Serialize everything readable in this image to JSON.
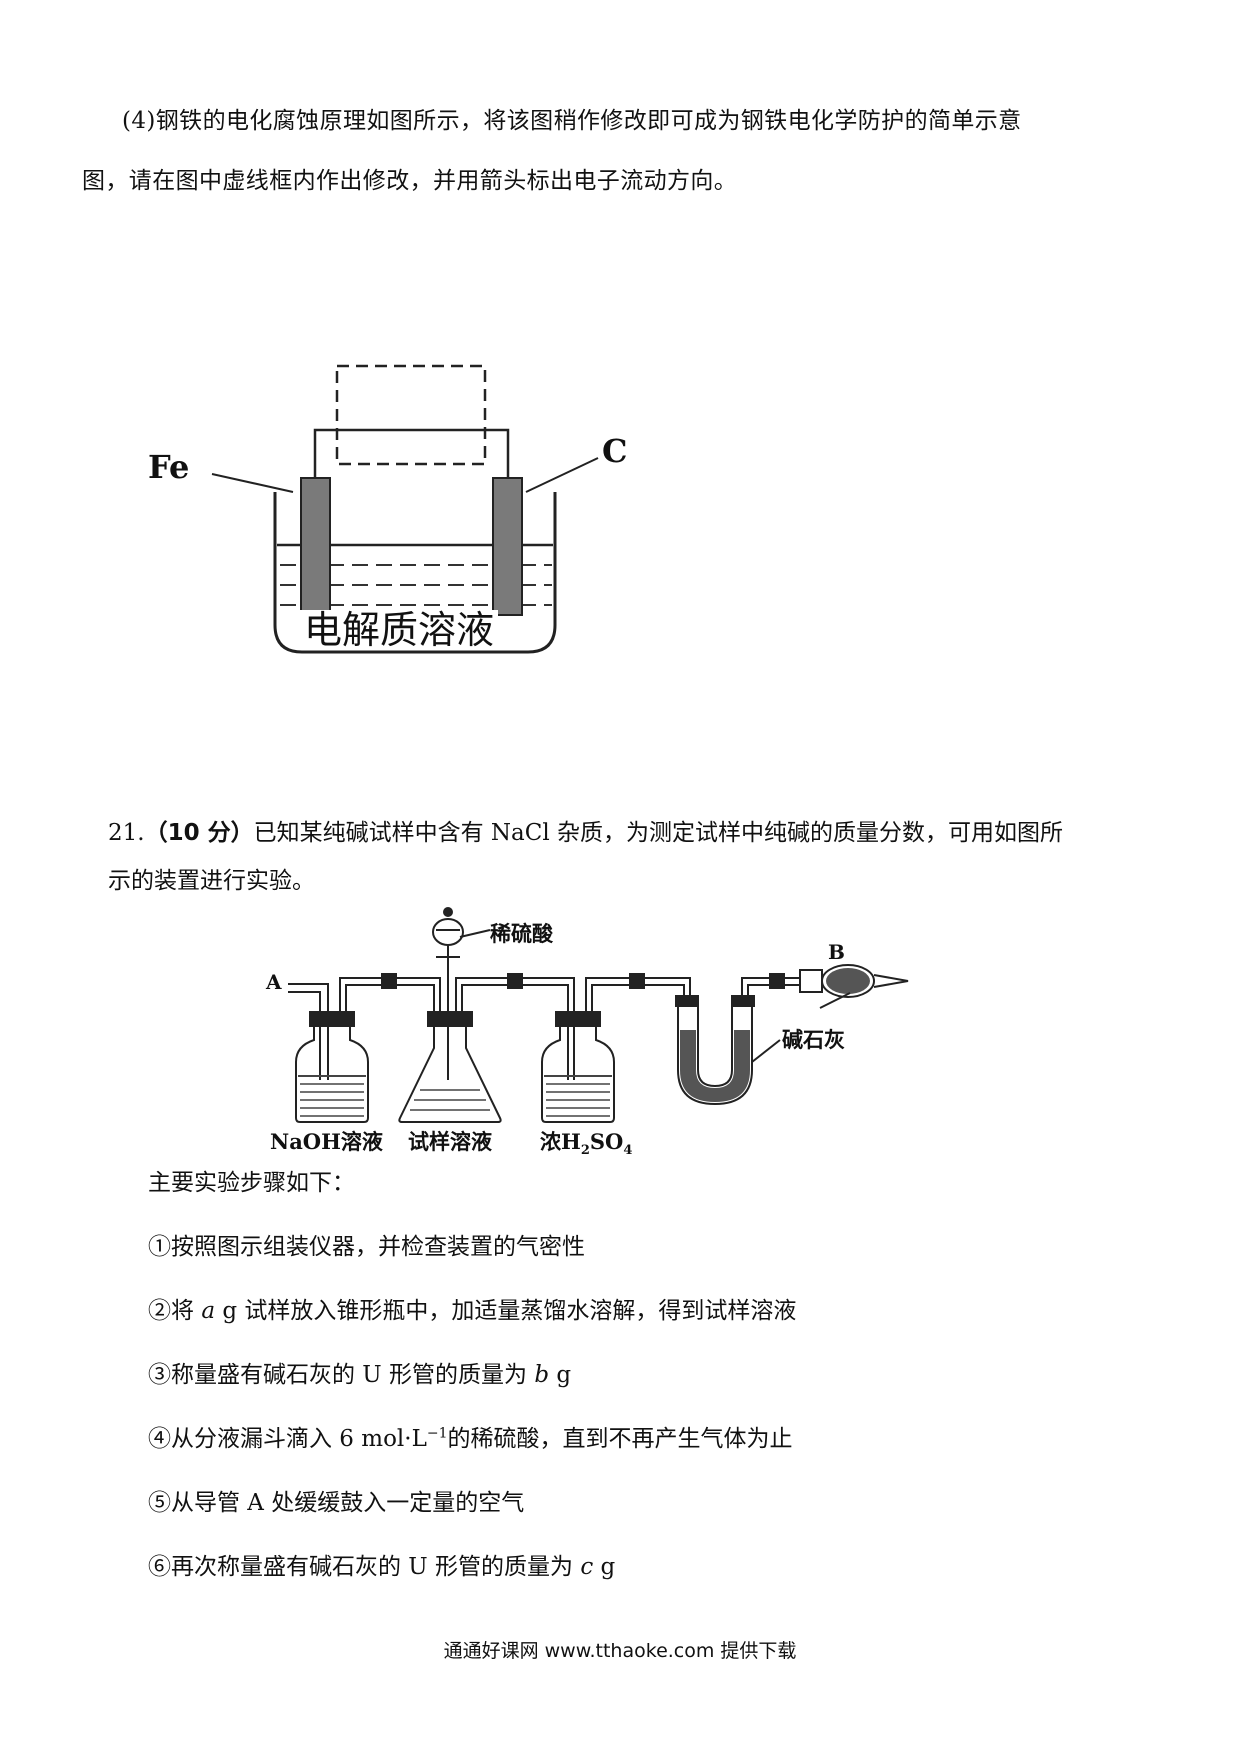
{
  "q20_part4": {
    "line1": "(4)钢铁的电化腐蚀原理如图所示，将该图稍作修改即可成为钢铁电化学防护的简单示意",
    "line2": "图，请在图中虚线框内作出修改，并用箭头标出电子流动方向。"
  },
  "fig1": {
    "label_fe": "Fe",
    "label_c": "C",
    "label_solution": "电解质溶液"
  },
  "q21": {
    "number": "21.",
    "score": "（10 分）",
    "text_a": "已知某纯碱试样中含有 NaCl 杂质，为测定试样中纯碱的质量分数，可用如图所",
    "text_b": "示的装置进行实验。"
  },
  "fig2": {
    "label_a": "A",
    "label_b": "B",
    "label_acid": "稀硫酸",
    "label_limestone": "碱石灰",
    "label_naoh": "NaOH溶液",
    "label_sample": "试样溶液",
    "label_h2so4_prefix": "浓H",
    "label_h2so4_sub1": "2",
    "label_h2so4_mid": "SO",
    "label_h2so4_sub2": "4"
  },
  "steps": {
    "title": "主要实验步骤如下：",
    "s1": "①按照图示组装仪器，并检查装置的气密性",
    "s2_a": "②将 ",
    "s2_var": "a",
    "s2_b": " g 试样放入锥形瓶中，加适量蒸馏水溶解，得到试样溶液",
    "s3_a": "③称量盛有碱石灰的 U 形管的质量为 ",
    "s3_var": "b",
    "s3_b": " g",
    "s4_a": "④从分液漏斗滴入 6 mol·L",
    "s4_sup": "−1",
    "s4_b": "的稀硫酸，直到不再产生气体为止",
    "s5": "⑤从导管 A 处缓缓鼓入一定量的空气",
    "s6_a": "⑥再次称量盛有碱石灰的 U 形管的质量为 ",
    "s6_var": "c",
    "s6_b": " g"
  },
  "footer": "通通好课网 www.tthaoke.com 提供下载"
}
